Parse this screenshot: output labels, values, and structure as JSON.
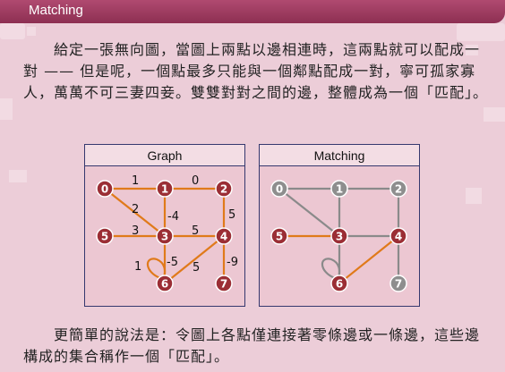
{
  "section_title": "Matching",
  "paragraph1": "給定一張無向圖，當圖上兩點以邊相連時，這兩點就可以配成一對 —— 但是呢，一個點最多只能與一個鄰點配成一對，寧可孤家寡人，萬萬不可三妻四妾。雙雙對對之間的邊，整體成為一個「匹配」。",
  "paragraph2": "更簡單的說法是：令圖上各點僅連接著零條邊或一條邊，這些邊構成的集合稱作一個「匹配」。",
  "colors": {
    "background": "#eccdd8",
    "title_bar": "#9b3a5e",
    "node_red": "#9b2e35",
    "node_gray": "#8e8e8e",
    "edge_orange": "#e07a1a",
    "edge_gray": "#8a8a8a"
  },
  "graph_panel": {
    "title": "Graph",
    "nodes": [
      "0",
      "1",
      "2",
      "5",
      "3",
      "4",
      "6",
      "7"
    ],
    "edge_labels": [
      "1",
      "0",
      "2",
      "-4",
      "5",
      "3",
      "5",
      "1",
      "-5",
      "5",
      "-9"
    ]
  },
  "matching_panel": {
    "title": "Matching",
    "nodes": [
      "0",
      "1",
      "2",
      "5",
      "3",
      "4",
      "6",
      "7"
    ]
  }
}
